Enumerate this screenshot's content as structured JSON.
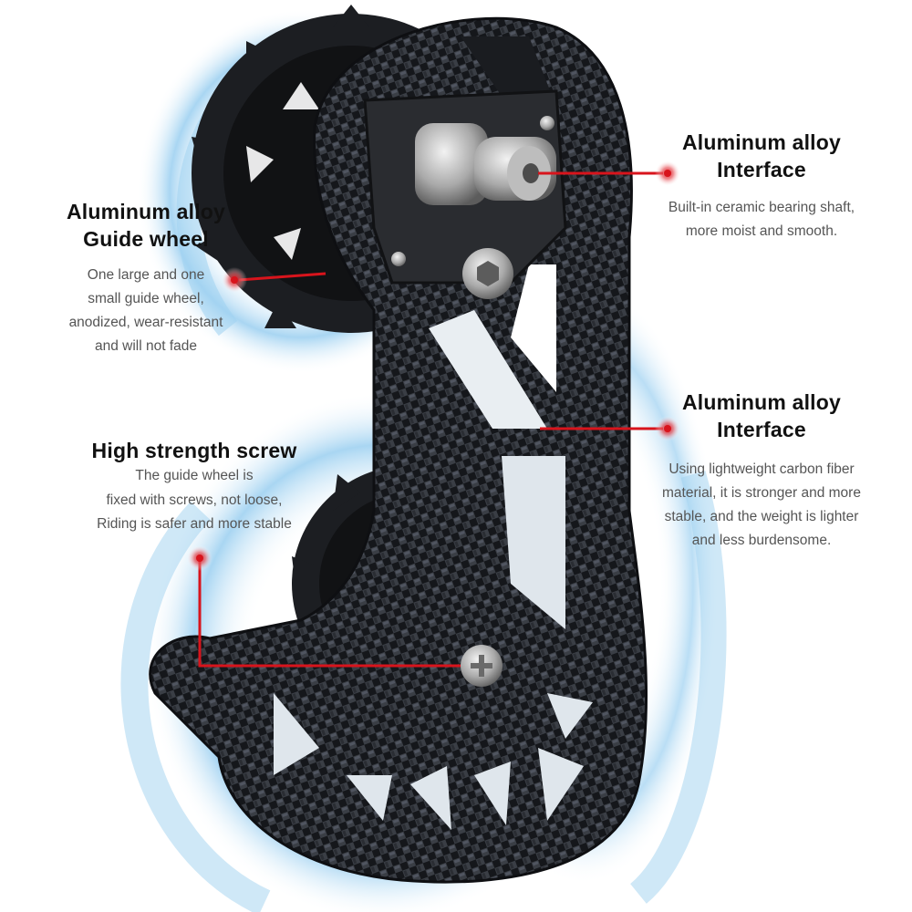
{
  "callouts": {
    "guide_wheel": {
      "title_line1": "Aluminum alloy",
      "title_line2": "Guide wheel",
      "description": "One large and one\nsmall guide wheel,\nanodized, wear-resistant\nand will not fade"
    },
    "interface_top": {
      "title_line1": "Aluminum alloy",
      "title_line2": "Interface",
      "description": "Built-in ceramic bearing shaft,\nmore moist and smooth."
    },
    "interface_mid": {
      "title_line1": "Aluminum alloy",
      "title_line2": "Interface",
      "description": "Using lightweight carbon fiber\nmaterial, it is stronger and more\nstable, and the weight is lighter\nand less burdensome."
    },
    "screw": {
      "title": "High strength screw",
      "description": "The guide wheel is\nfixed with screws, not loose,\nRiding is safer and more stable"
    }
  },
  "colors": {
    "callout_line": "#d8141c",
    "swirl": "#7fc0ea",
    "carbon_dark": "#17191d",
    "carbon_light": "#3a3e45",
    "alloy": "#2a2c30",
    "steel": "#c9c9c9"
  }
}
